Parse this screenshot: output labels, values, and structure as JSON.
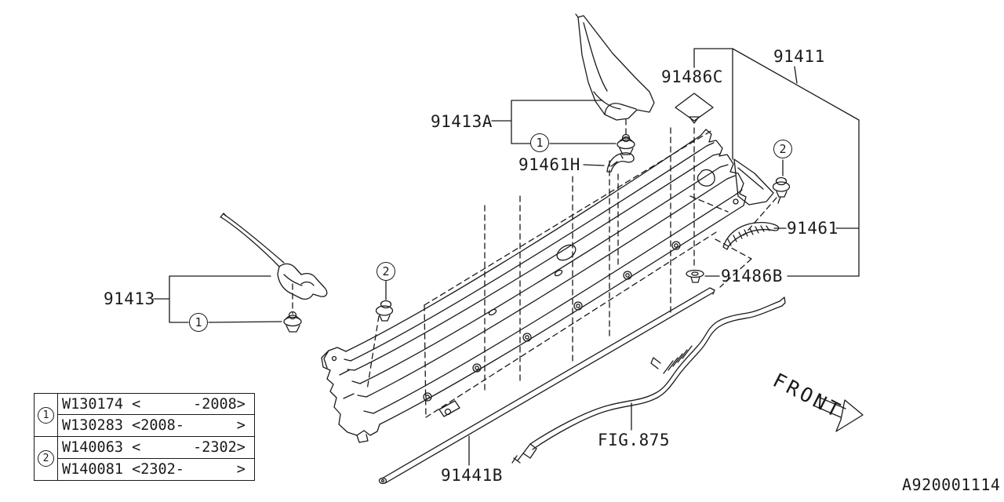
{
  "colors": {
    "ink": "#1a1a1a",
    "background": "#ffffff"
  },
  "diagram_id": "A920001114",
  "front_arrow": {
    "label": "FRONT"
  },
  "callouts": {
    "c1": "1",
    "c2": "2"
  },
  "part_labels": {
    "p91411": "91411",
    "p91486C": "91486C",
    "p91413A": "91413A",
    "p91461H": "91461H",
    "p91461": "91461",
    "p91486B": "91486B",
    "p91413": "91413",
    "p91441B": "91441B",
    "fig875": "FIG.875"
  },
  "legend_table": {
    "rows": [
      {
        "callout": "1",
        "lines": [
          "W130174 <      -2008>",
          "W130283 <2008-      >"
        ]
      },
      {
        "callout": "2",
        "lines": [
          "W140063 <      -2302>",
          "W140081 <2302-      >"
        ]
      }
    ]
  }
}
